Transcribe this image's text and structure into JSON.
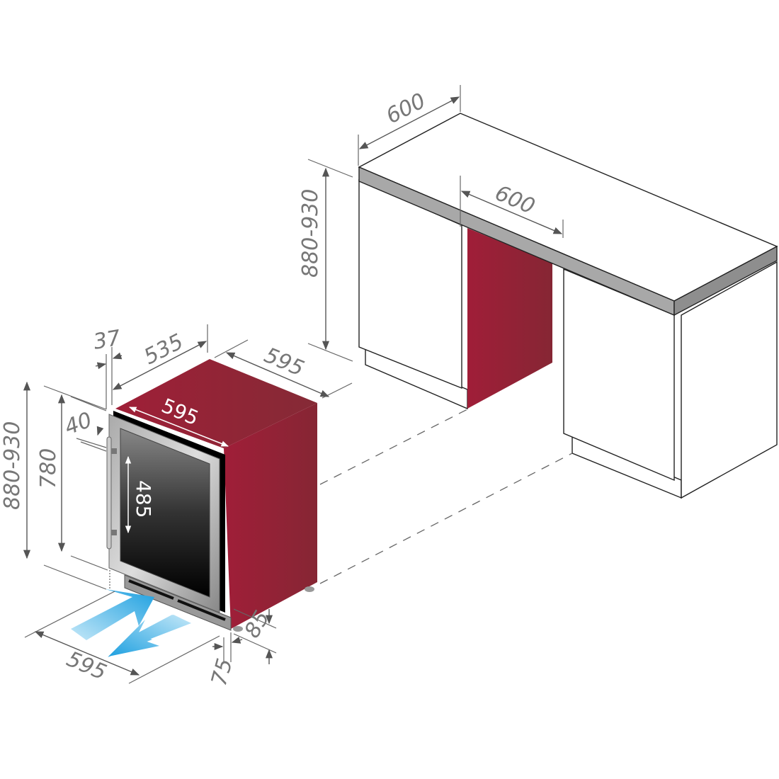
{
  "title": "Wine cooler built-in installation dimensions",
  "units": "mm",
  "colors": {
    "cabinet_red": "#9b1f35",
    "dimension_gray": "#666666",
    "airflow_blue": "#2aa6e3",
    "countertop_gray": "#a8a8a8"
  },
  "labels": {
    "counter_depth": "600",
    "niche_width": "600",
    "niche_height": "880-930",
    "door_offset": "37",
    "body_depth": "535",
    "total_depth": "595",
    "body_width": "595",
    "handle_offset": "40",
    "body_height_door": "780",
    "total_height": "880-930",
    "glass_height": "485",
    "plinth_height": "85",
    "front_width": "595",
    "plinth_depth": "75"
  }
}
